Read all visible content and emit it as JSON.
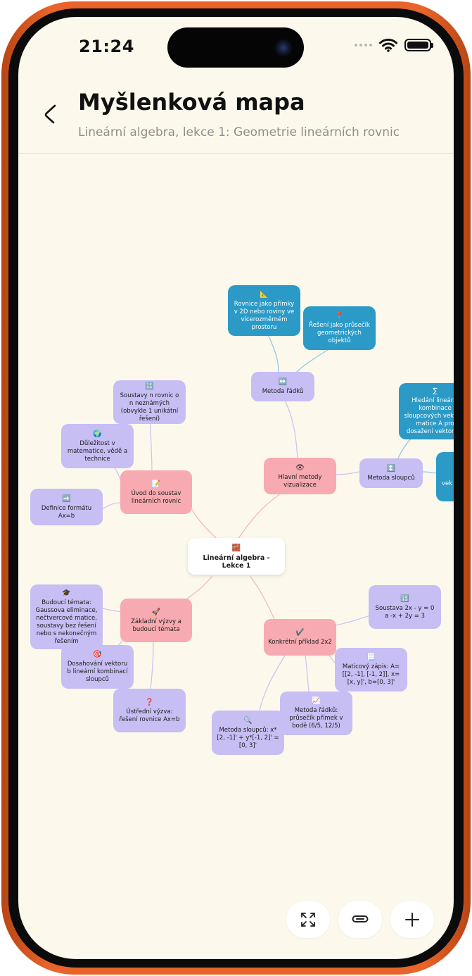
{
  "status_bar": {
    "time": "21:24"
  },
  "header": {
    "title": "Myšlenková mapa",
    "subtitle": "Lineární algebra, lekce 1: Geometrie lineárních rovnic"
  },
  "mindmap": {
    "root": {
      "icon": "🧱",
      "label": "Lineární algebra - Lekce 1"
    },
    "branches": {
      "uvod": {
        "icon": "📝",
        "label": "Úvod do soustav lineárních rovnic"
      },
      "metody": {
        "icon": "👁",
        "label": "Hlavní metody vizualizace"
      },
      "vyzvy": {
        "icon": "🚀",
        "label": "Základní výzvy a budoucí témata"
      },
      "priklad": {
        "icon": "✔️",
        "label": "Konkrétní příklad 2x2"
      }
    },
    "leaves": {
      "soustavy_n": {
        "icon": "🔢",
        "label": "Soustavy n rovnic o n neznámých (obvykle 1 unikátní řešení)"
      },
      "dulezitost": {
        "icon": "🌍",
        "label": "Důležitost v matematice, vědě a technice"
      },
      "definice": {
        "icon": "➡️",
        "label": "Definice formátu Ax=b"
      },
      "metoda_radku": {
        "icon": "↔️",
        "label": "Metoda řádků"
      },
      "rovnice_primky": {
        "icon": "📐",
        "label": "Rovnice jako přímky v 2D nebo roviny ve vícerozměrném prostoru"
      },
      "reseni_prusecik": {
        "icon": "📍",
        "label": "Řešení jako průsečík geometrických objektů"
      },
      "metoda_sloupcu": {
        "icon": "↕️",
        "label": "Metoda sloupců"
      },
      "hledani_kombinace": {
        "icon": "∑",
        "label": "Hledání lineární kombinace sloupcových vektorů matice A pro dosažení vektoru b"
      },
      "vek_partial": {
        "icon": "",
        "label": "vek"
      },
      "budouci_temata": {
        "icon": "🎓",
        "label": "Budoucí témata: Gaussova eliminace, nečtvercové matice, soustavy bez řešení nebo s nekonečným řešením"
      },
      "dosahovani": {
        "icon": "🎯",
        "label": "Dosahování vektoru b lineární kombinací sloupců"
      },
      "ustredni": {
        "icon": "❓",
        "label": "Ústřední výzva: řešení rovnice Ax=b"
      },
      "soustava_2x": {
        "icon": "🔢",
        "label": "Soustava 2x - y = 0 a -x + 2y = 3"
      },
      "maticovy": {
        "icon": "📃",
        "label": "Maticový zápis: A=[[2, -1], [-1, 2]], x=[x, y]', b=[0, 3]'"
      },
      "metoda_radku_prusecik": {
        "icon": "📈",
        "label": "Metoda řádků: průsečík přímek v bodě (6/5, 12/5)"
      },
      "metoda_sloupcu_vypocet": {
        "icon": "🔍",
        "label": "Metoda sloupců: x*[2, -1]' + y*[-1, 2]' = [0, 3]'"
      }
    }
  },
  "colors": {
    "leaf": "#c7bef4",
    "branch": "#f7aab1",
    "deep": "#2b9ac7",
    "root": "#ffffff",
    "background": "#fcf9ec"
  },
  "toolbar": {
    "icons": [
      "expand-icon",
      "link-icon",
      "plus-icon"
    ]
  }
}
